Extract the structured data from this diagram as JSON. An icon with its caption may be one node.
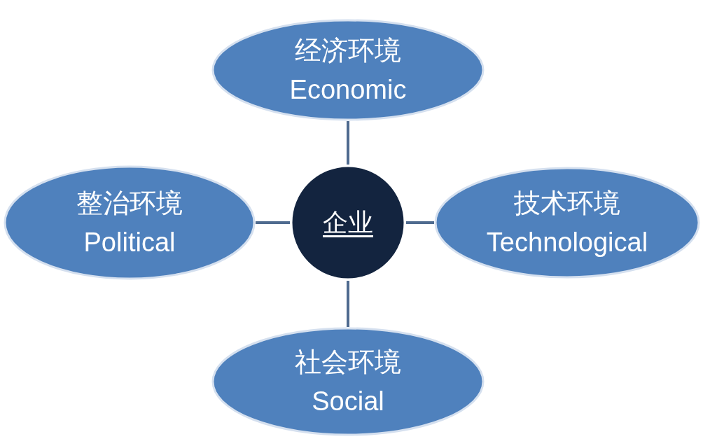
{
  "diagram": {
    "nodes": [
      {
        "text": [
          "经济环境",
          "Economic"
        ]
      },
      {
        "text": [
          "整治环境",
          "Political"
        ]
      },
      {
        "text": [
          "企业"
        ]
      },
      {
        "text": [
          "技术环境",
          "Technological"
        ]
      },
      {
        "text": [
          "社会环境",
          "Social"
        ]
      }
    ],
    "edges": [
      {
        "from": 2,
        "to": 0,
        "arrow": "none"
      },
      {
        "from": 2,
        "to": 1,
        "arrow": "none"
      },
      {
        "from": 2,
        "to": 3,
        "arrow": "none"
      },
      {
        "from": 2,
        "to": 4,
        "arrow": "none"
      }
    ]
  }
}
